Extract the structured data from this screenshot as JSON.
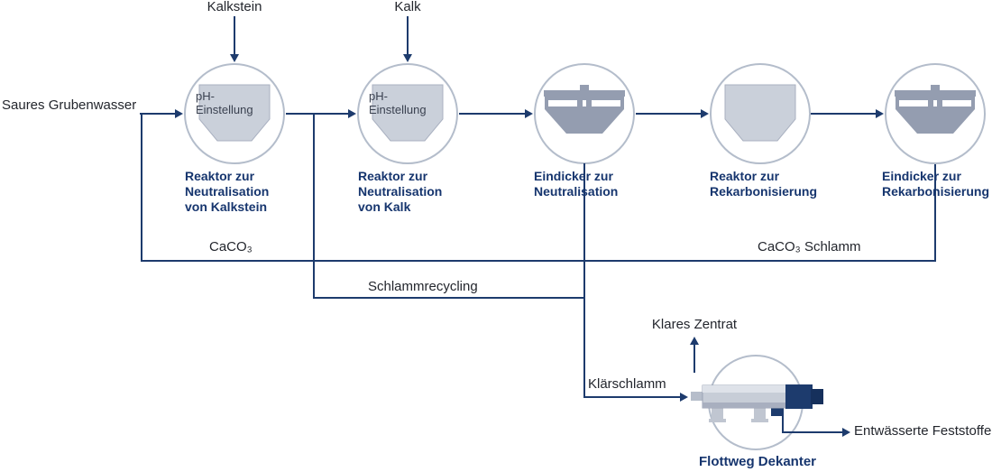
{
  "diagram": {
    "inputs": {
      "kalkstein": "Kalkstein",
      "kalk": "Kalk",
      "feed": "Saures Grubenwasser"
    },
    "units": [
      {
        "name": "Reaktor zur\nNeutralisation\nvon Kalkstein",
        "inner": "pH-\nEinstellung",
        "icon": "reactor-hopper"
      },
      {
        "name": "Reaktor zur\nNeutralisation\nvon Kalk",
        "inner": "pH-\nEinstellung",
        "icon": "reactor-hopper"
      },
      {
        "name": "Eindicker zur\nNeutralisation",
        "icon": "thickener"
      },
      {
        "name": "Reaktor zur\nRekarbonisierung",
        "icon": "reactor-hopper"
      },
      {
        "name": "Eindicker zur\nRekarbonisierung",
        "icon": "thickener"
      }
    ],
    "streams": {
      "caco3": "CaCO₃",
      "caco3_schlamm": "CaCO₃ Schlamm",
      "schlammrecycling": "Schlammrecycling",
      "klaerschlamm": "Klärschlamm",
      "klares_zentrat": "Klares Zentrat",
      "entwaesserte_feststoffe": "Entwässerte Feststoffe"
    },
    "decanter": {
      "label": "Flottweg Dekanter"
    },
    "colors": {
      "line": "#1d3b6d",
      "unit_label": "#16356e",
      "stream_label": "#23262d",
      "circle_stroke": "#b4bdcb",
      "hopper_fill": "#cad0da",
      "thickener_fill": "#949db0"
    }
  }
}
